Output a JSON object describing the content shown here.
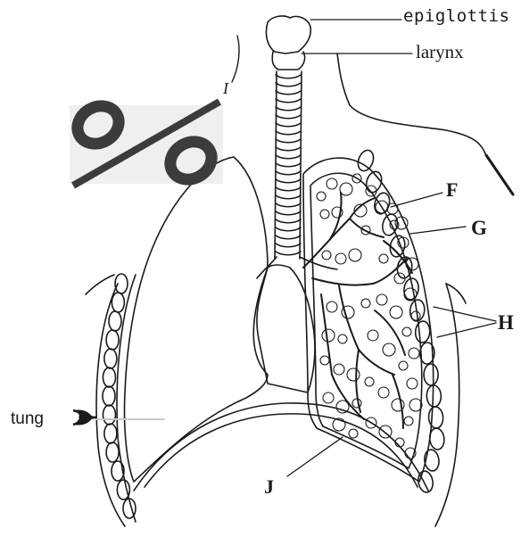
{
  "labels": {
    "epiglottis": "epiglottis",
    "larynx": "larynx",
    "i": "I",
    "f": "F",
    "g": "G",
    "h": "H",
    "j": "J",
    "tung": "tung"
  },
  "overlay": {
    "symbol": "%"
  },
  "colors": {
    "ink": "#1a1a1a",
    "overlay_band": "#efefef",
    "overlay_symbol": "#3c3c3c"
  }
}
